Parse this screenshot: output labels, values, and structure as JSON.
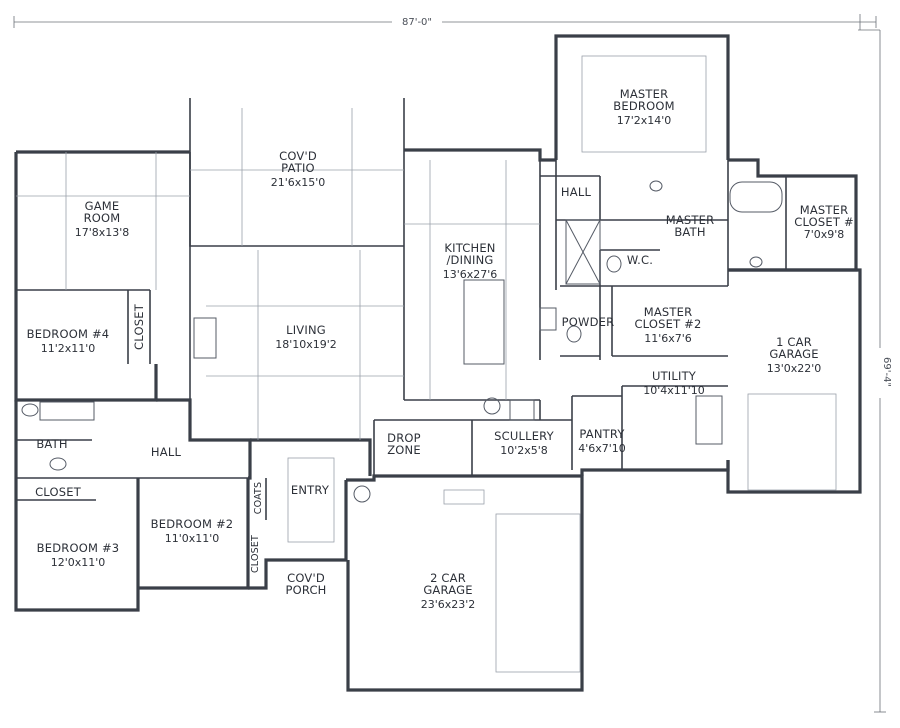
{
  "dimensions": {
    "width": "87'-0\"",
    "depth": "69'-4\""
  },
  "rooms": [
    {
      "id": "master-bedroom",
      "lines": [
        "MASTER",
        "BEDROOM"
      ],
      "size": "17'2x14'0"
    },
    {
      "id": "covd-patio",
      "lines": [
        "COV'D",
        "PATIO"
      ],
      "size": "21'6x15'0"
    },
    {
      "id": "game-room",
      "lines": [
        "GAME",
        "ROOM"
      ],
      "size": "17'8x13'8"
    },
    {
      "id": "hall-master",
      "lines": [
        "HALL"
      ],
      "size": ""
    },
    {
      "id": "master-bath",
      "lines": [
        "MASTER",
        "BATH"
      ],
      "size": ""
    },
    {
      "id": "master-closet-1",
      "lines": [
        "MASTER",
        "CLOSET #"
      ],
      "size": "7'0x9'8"
    },
    {
      "id": "kitchen-dining",
      "lines": [
        "KITCHEN",
        "/DINING"
      ],
      "size": "13'6x27'6"
    },
    {
      "id": "wc",
      "lines": [
        "W.C."
      ],
      "size": ""
    },
    {
      "id": "bedroom-4",
      "lines": [
        "BEDROOM #4"
      ],
      "size": "11'2x11'0"
    },
    {
      "id": "closet-bed4",
      "lines": [
        "CLOSET"
      ],
      "size": ""
    },
    {
      "id": "living",
      "lines": [
        "LIVING"
      ],
      "size": "18'10x19'2"
    },
    {
      "id": "powder",
      "lines": [
        "POWDER"
      ],
      "size": ""
    },
    {
      "id": "master-closet-2",
      "lines": [
        "MASTER",
        "CLOSET #2"
      ],
      "size": "11'6x7'6"
    },
    {
      "id": "garage-1",
      "lines": [
        "1 CAR",
        "GARAGE"
      ],
      "size": "13'0x22'0"
    },
    {
      "id": "utility",
      "lines": [
        "UTILITY"
      ],
      "size": "10'4x11'10"
    },
    {
      "id": "bath",
      "lines": [
        "BATH"
      ],
      "size": ""
    },
    {
      "id": "hall-main",
      "lines": [
        "HALL"
      ],
      "size": ""
    },
    {
      "id": "drop-zone",
      "lines": [
        "DROP",
        "ZONE"
      ],
      "size": ""
    },
    {
      "id": "scullery",
      "lines": [
        "SCULLERY"
      ],
      "size": "10'2x5'8"
    },
    {
      "id": "pantry",
      "lines": [
        "PANTRY"
      ],
      "size": "4'6x7'10"
    },
    {
      "id": "closet-bed3",
      "lines": [
        "CLOSET"
      ],
      "size": ""
    },
    {
      "id": "entry",
      "lines": [
        "ENTRY"
      ],
      "size": ""
    },
    {
      "id": "coats",
      "lines": [
        "COATS"
      ],
      "size": ""
    },
    {
      "id": "bedroom-2",
      "lines": [
        "BEDROOM #2"
      ],
      "size": "11'0x11'0"
    },
    {
      "id": "closet-bed2",
      "lines": [
        "CLOSET"
      ],
      "size": ""
    },
    {
      "id": "bedroom-3",
      "lines": [
        "BEDROOM #3"
      ],
      "size": "12'0x11'0"
    },
    {
      "id": "covd-porch",
      "lines": [
        "COV'D",
        "PORCH"
      ],
      "size": ""
    },
    {
      "id": "garage-2",
      "lines": [
        "2 CAR",
        "GARAGE"
      ],
      "size": "23'6x23'2"
    }
  ]
}
